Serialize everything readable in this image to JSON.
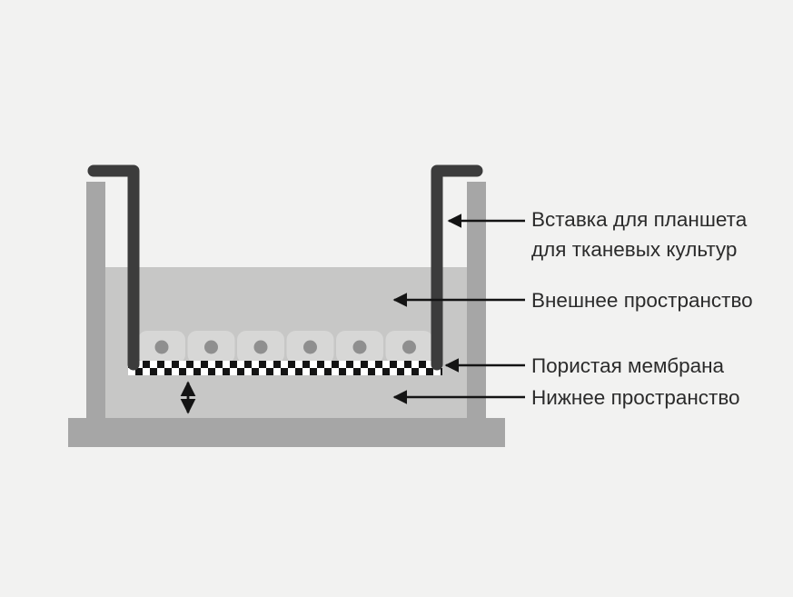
{
  "diagram": {
    "labels": {
      "insert_line1": "Вставка для планшета",
      "insert_line2": "для тканевых культур",
      "outer_space": "Внешнее пространство",
      "membrane": "Пористая мембрана",
      "lower_space": "Нижнее пространство"
    },
    "colors": {
      "background": "#f2f2f1",
      "dish": "#a6a6a6",
      "liquid": "#c7c7c6",
      "insert": "#3c3c3c",
      "cells": "#d7d7d6",
      "nucleus": "#8f8f8f",
      "membrane_dark": "#141414",
      "membrane_light": "#ffffff",
      "arrow": "#141414",
      "text": "#2b2b2b"
    }
  }
}
